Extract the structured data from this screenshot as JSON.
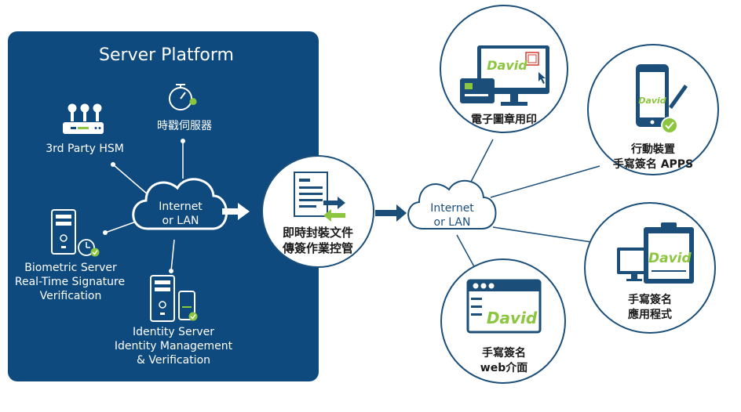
{
  "platform": {
    "title": "Server Platform",
    "hsm_label": "3rd Party HSM",
    "timestamp_label": "時戳伺服器",
    "cloud_line1": "Internet",
    "cloud_line2": "or LAN",
    "biometric_line1": "Biometric Server",
    "biometric_line2": "Real-Time Signature",
    "biometric_line3": "Verification",
    "identity_line1": "Identity Server",
    "identity_line2": "Identity Management",
    "identity_line3": "& Verification"
  },
  "hub": {
    "line1": "即時封裝文件",
    "line2": "傳簽作業控管"
  },
  "cloud_right": {
    "line1": "Internet",
    "line2": "or LAN"
  },
  "clients": {
    "stamp_label": "電子圖章用印",
    "mobile_line1": "行動裝置",
    "mobile_line2": "手寫簽名 APPS",
    "app_line1": "手寫簽名",
    "app_line2": "應用程式",
    "web_line1": "手寫簽名",
    "web_line2": "web介面",
    "signature": "David"
  },
  "colors": {
    "navy": "#0e4a7d",
    "dark_blue": "#1b4f7a",
    "green": "#8cc63f",
    "white": "#ffffff"
  }
}
